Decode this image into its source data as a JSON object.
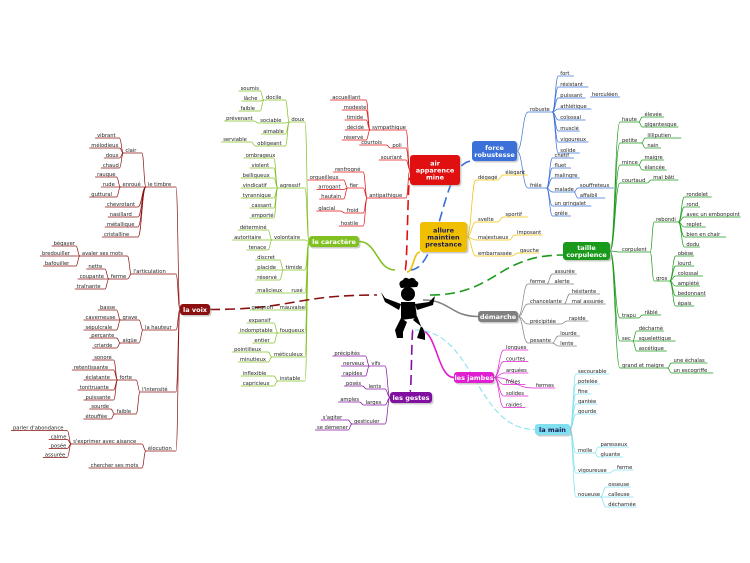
{
  "center": {
    "icon": "dancing-figure-icon"
  },
  "colors": {
    "caractere": "#80c020",
    "voix": "#8b1010",
    "air": "#e01010",
    "force": "#3a70d8",
    "allure": "#f0c000",
    "taille": "#1a9a1a",
    "demarche": "#808080",
    "jambes": "#e020d0",
    "main": "#80e0f0",
    "gestes": "#8010a0"
  },
  "branches": [
    {
      "key": "caractere",
      "label": "le caractère",
      "groups": [
        {
          "label": "doux",
          "items": [
            "soumis",
            "lâche",
            "faible",
            "prévenant",
            "serviable"
          ],
          "subgroups": [
            {
              "label": "docile",
              "items": [
                "soumis",
                "lâche",
                "faible"
              ]
            },
            {
              "label": "sociable",
              "items": [
                "prévenant"
              ]
            },
            {
              "label": "aimable",
              "items": []
            },
            {
              "label": "obligeant",
              "items": [
                "serviable"
              ]
            }
          ]
        },
        {
          "label": "agressif",
          "items": [
            "ombrageux",
            "violent",
            "belliqueux",
            "vindicatif",
            "tyrannique",
            "cassant",
            "emporté"
          ]
        },
        {
          "label": "volontaire",
          "items": [
            "déterminé",
            "autoritaire",
            "tenace"
          ]
        },
        {
          "label": "timide",
          "items": [
            "discret",
            "placide",
            "réservé"
          ]
        },
        {
          "label": "rusé",
          "items": [
            "malicieux"
          ]
        },
        {
          "label": "mauvaise",
          "items": [
            "grognon"
          ]
        },
        {
          "label": "fougueux",
          "items": [
            "expansif",
            "indomptable",
            "entier"
          ]
        },
        {
          "label": "méticuleux",
          "items": [
            "pointilleux",
            "minutieux"
          ]
        },
        {
          "label": "instable",
          "items": [
            "inflexible",
            "capricieux"
          ]
        }
      ]
    },
    {
      "key": "voix",
      "label": "la voix",
      "groups": [
        {
          "label": "le timbre",
          "items": [],
          "subgroups": [
            {
              "label": "clair",
              "items": [
                "vibrant",
                "mélodieux",
                "doux",
                "chaud"
              ]
            },
            {
              "label": "enroué",
              "items": [
                "rauque",
                "rude",
                "guttural"
              ]
            },
            {
              "label": "",
              "items": [
                "chevrotant",
                "nasillard",
                "métallique",
                "cristalline"
              ]
            }
          ]
        },
        {
          "label": "l'articulation",
          "items": [],
          "subgroups": [
            {
              "label": "avaler ses mots",
              "items": [
                "bégayer",
                "bredouiller",
                "bafouiller"
              ]
            },
            {
              "label": "ferme",
              "items": [
                "nette",
                "coupante",
                "traînante"
              ]
            }
          ]
        },
        {
          "label": "la hauteur",
          "items": [],
          "subgroups": [
            {
              "label": "grave",
              "items": [
                "basse",
                "caverneuse",
                "sépulcrale"
              ]
            },
            {
              "label": "aigüe",
              "items": [
                "perçante",
                "criarde"
              ]
            }
          ]
        },
        {
          "label": "l'intensité",
          "items": [],
          "subgroups": [
            {
              "label": "forte",
              "items": [
                "sonore",
                "retentissante",
                "éclatante",
                "tonitruante",
                "puissante"
              ]
            },
            {
              "label": "faible",
              "items": [
                "sourde",
                "étouffée"
              ]
            }
          ]
        },
        {
          "label": "élocution",
          "items": [],
          "subgroups": [
            {
              "label": "s'exprimer avec aisance",
              "items": [
                "parler d'abondance",
                "calme",
                "posée",
                "assurée"
              ]
            },
            {
              "label": "chercher ses mots",
              "items": []
            }
          ]
        }
      ]
    },
    {
      "key": "air",
      "label": "air apparence mine",
      "groups": [
        {
          "label": "sympathique",
          "items": [
            "accueillant",
            "modeste",
            "timide",
            "décidé",
            "réservé"
          ]
        },
        {
          "label": "poli",
          "items": [
            "courtois"
          ]
        },
        {
          "label": "souriant",
          "items": []
        },
        {
          "label": "antipathique",
          "items": [
            "renfrogné",
            "orgueilleux",
            "arrogant",
            "hautain",
            "glacial",
            "hostile"
          ],
          "subgroups": [
            {
              "label": "fier",
              "items": []
            },
            {
              "label": "froid",
              "items": []
            }
          ]
        }
      ]
    },
    {
      "key": "force",
      "label": "force robustesse",
      "groups": [
        {
          "label": "robuste",
          "items": [
            "fort",
            "résistant",
            "puissant",
            "athlétique",
            "colossal",
            "musclé",
            "vigoureux",
            "solide"
          ],
          "subgroups": [
            {
              "label": "herculéen",
              "items": []
            }
          ]
        },
        {
          "label": "frêle",
          "items": [
            "chétif",
            "fluet",
            "malingre",
            "malade",
            "un gringalet",
            "grêle"
          ],
          "subgroups": [
            {
              "label": "souffreteux",
              "items": []
            },
            {
              "label": "affaibli",
              "items": []
            }
          ]
        }
      ]
    },
    {
      "key": "allure",
      "label": "allure maintien prestance",
      "groups": [
        {
          "label": "dégagé",
          "items": [
            "élégant"
          ]
        },
        {
          "label": "svelte",
          "items": [
            "sportif"
          ]
        },
        {
          "label": "majestueux",
          "items": [
            "imposant"
          ]
        },
        {
          "label": "embarrassée",
          "items": [
            "gauche"
          ]
        }
      ]
    },
    {
      "key": "taille",
      "label": "taille corpulence",
      "groups": [
        {
          "label": "haute",
          "items": [
            "élevée",
            "gigantesque"
          ]
        },
        {
          "label": "petite",
          "items": [
            "lilliputien",
            "nain"
          ]
        },
        {
          "label": "mince",
          "items": [
            "maigre",
            "élancée"
          ]
        },
        {
          "label": "courtaud",
          "items": [
            "mal bâti"
          ]
        },
        {
          "label": "corpulent",
          "items": [],
          "subgroups": [
            {
              "label": "rebondi",
              "items": [
                "rondelet",
                "rond",
                "avec un embonpoint",
                "replet",
                "bien en chair",
                "dodu"
              ]
            },
            {
              "label": "gros",
              "items": [
                "obèse",
                "lourd",
                "colossal",
                "amplété",
                "bedonnant",
                "épais"
              ]
            }
          ]
        },
        {
          "label": "trapu",
          "items": [
            "râblé"
          ]
        },
        {
          "label": "sec",
          "items": [
            "décharné",
            "squelettique",
            "ascétique"
          ]
        },
        {
          "label": "grand et maigre",
          "items": [
            "une échalas",
            "un escogriffe"
          ]
        }
      ]
    },
    {
      "key": "demarche",
      "label": "démarche",
      "groups": [
        {
          "label": "ferme",
          "items": [
            "assurée",
            "alerte"
          ]
        },
        {
          "label": "chancelante",
          "items": [
            "hésitante",
            "mal assurée"
          ]
        },
        {
          "label": "précipitée",
          "items": [
            "rapide"
          ]
        },
        {
          "label": "pesante",
          "items": [
            "lourde",
            "lente"
          ]
        }
      ]
    },
    {
      "key": "jambes",
      "label": "les jambes",
      "groups": [
        {
          "label": "",
          "items": [
            "longues",
            "courtes",
            "arquées",
            "frêles",
            "solides",
            "raides"
          ]
        },
        {
          "label": "fermes",
          "items": []
        }
      ]
    },
    {
      "key": "main",
      "label": "la main",
      "groups": [
        {
          "label": "",
          "items": [
            "secourable",
            "potelée",
            "fine",
            "gantée",
            "gourde"
          ]
        },
        {
          "label": "molle",
          "items": [
            "paresseux",
            "gluante"
          ]
        },
        {
          "label": "vigoureuse",
          "items": [
            "ferme"
          ]
        },
        {
          "label": "noueuse",
          "items": [
            "osseuse",
            "calleuse",
            "décharnée"
          ]
        }
      ]
    },
    {
      "key": "gestes",
      "label": "les gestes",
      "groups": [
        {
          "label": "vifs",
          "items": [
            "précipités",
            "nerveux",
            "rapides"
          ]
        },
        {
          "label": "lents",
          "items": [
            "posés"
          ]
        },
        {
          "label": "larges",
          "items": [
            "amples"
          ]
        },
        {
          "label": "gesticuler",
          "items": [
            "s'agiter",
            "se démener"
          ]
        }
      ]
    }
  ]
}
